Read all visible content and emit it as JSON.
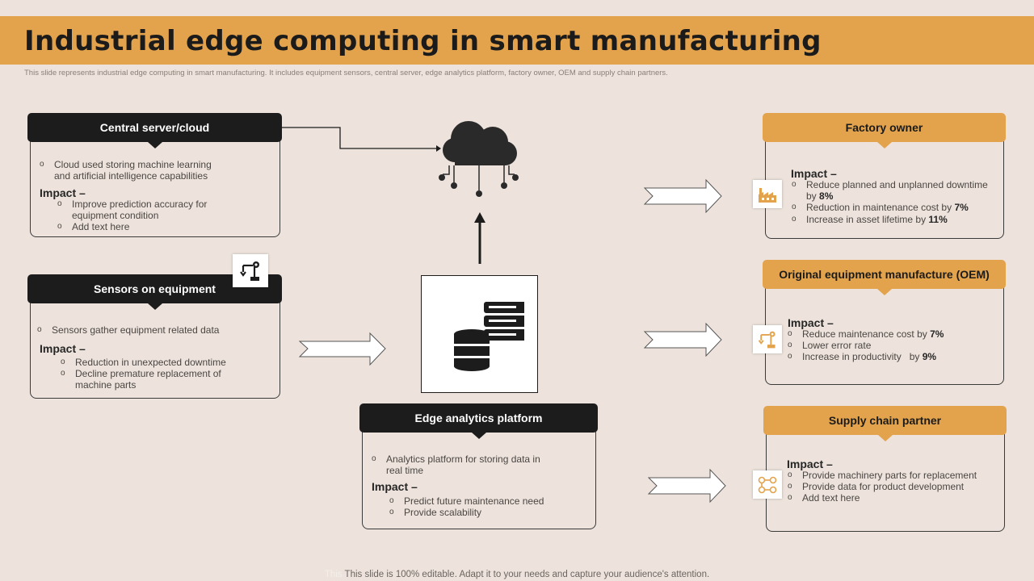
{
  "title": "Industrial edge computing in smart manufacturing",
  "subtitle": "This slide represents industrial edge computing in smart manufacturing. It includes equipment  sensors, central server, edge analytics platform, factory owner, OEM and supply chain partners.",
  "footer": {
    "faint": "This ",
    "text": "This slide is 100% editable. Adapt it to your needs and capture your audience's attention."
  },
  "central": {
    "title": "Central server/cloud",
    "desc": "Cloud used storing machine learning and artificial intelligence capabilities",
    "impact_label": "Impact –",
    "items": [
      "Improve prediction accuracy for equipment condition",
      "Add text here"
    ]
  },
  "sensors": {
    "title": "Sensors on equipment",
    "desc": "Sensors gather equipment related data",
    "impact_label": "Impact –",
    "items": [
      "Reduction in unexpected downtime",
      "Decline premature replacement of machine parts"
    ]
  },
  "edge": {
    "title": "Edge analytics platform",
    "desc": "Analytics platform for storing data in real time",
    "impact_label": "Impact –",
    "items": [
      "Predict future maintenance need",
      "Provide scalability"
    ]
  },
  "factory": {
    "title": "Factory owner",
    "impact_label": "Impact –",
    "items": [
      {
        "text": "Reduce planned and unplanned downtime by ",
        "value": "8%"
      },
      {
        "text": "Reduction in maintenance cost by ",
        "value": "7%"
      },
      {
        "text": "Increase in asset lifetime by ",
        "value": "11%"
      }
    ]
  },
  "oem": {
    "title": "Original equipment manufacture (OEM)",
    "impact_label": "Impact –",
    "items": [
      {
        "text": "Reduce maintenance cost by ",
        "value": "7%"
      },
      {
        "text": "Lower error rate",
        "value": ""
      },
      {
        "text": "Increase in productivity   by ",
        "value": "9%"
      }
    ]
  },
  "supply": {
    "title": "Supply chain partner",
    "impact_label": "Impact –",
    "items": [
      "Provide machinery parts for replacement",
      "Provide data for product development",
      "Add text here"
    ]
  },
  "colors": {
    "gold": "#e3a34c",
    "dark": "#1c1c1c",
    "background": "#ede3dc"
  },
  "icons": [
    "cloud-network-icon",
    "database-server-icon",
    "robot-arm-icon",
    "factory-icon",
    "supply-chain-icon"
  ]
}
